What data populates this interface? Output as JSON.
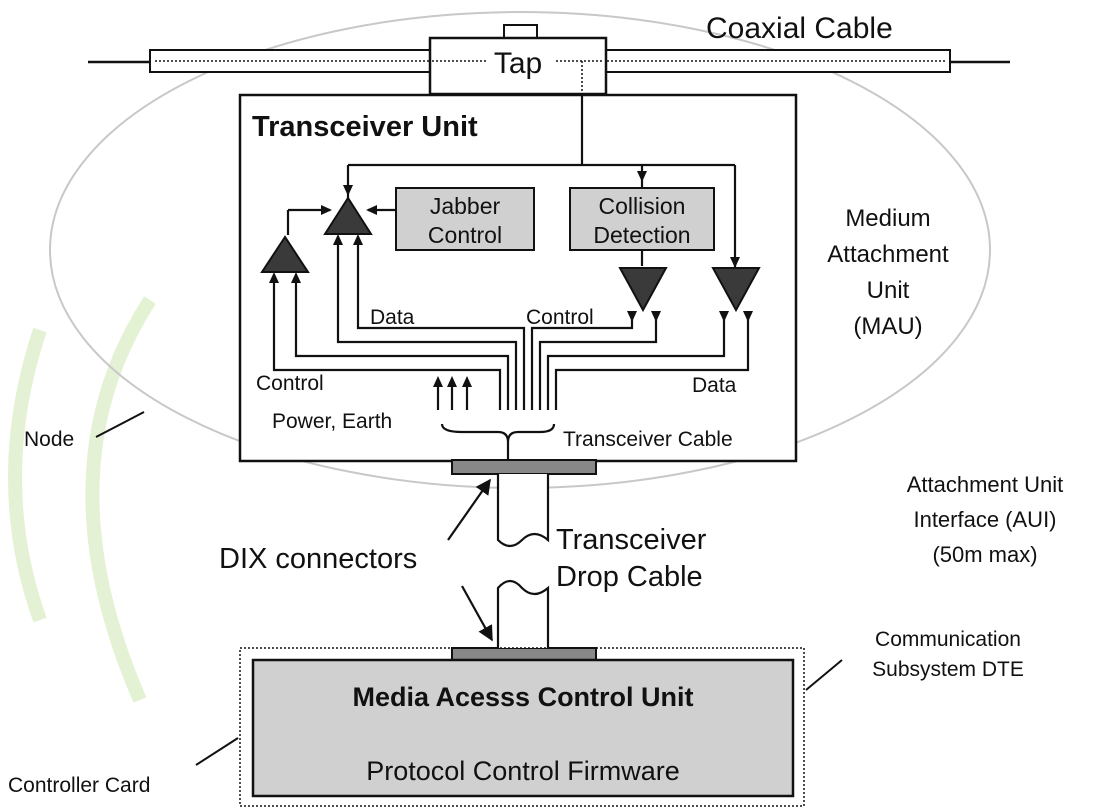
{
  "labels": {
    "coaxial_cable": "Coaxial Cable",
    "tap": "Tap",
    "transceiver_unit": "Transceiver Unit",
    "jabber_line1": "Jabber",
    "jabber_line2": "Control",
    "collision_line1": "Collision",
    "collision_line2": "Detection",
    "mau_line1": "Medium",
    "mau_line2": "Attachment",
    "mau_line3": "Unit",
    "mau_line4": "(MAU)",
    "data_left": "Data",
    "control_right": "Control",
    "control_left": "Control",
    "data_right": "Data",
    "power_earth": "Power, Earth",
    "transceiver_cable": "Transceiver Cable",
    "node": "Node",
    "aui_line1": "Attachment Unit",
    "aui_line2": "Interface (AUI)",
    "aui_line3": "(50m max)",
    "dix_connectors": "DIX connectors",
    "drop_line1": "Transceiver",
    "drop_line2": "Drop Cable",
    "comm_line1": "Communication",
    "comm_line2": "Subsystem DTE",
    "mac_unit": "Media Acesss Control Unit",
    "protocol_firmware": "Protocol Control Firmware",
    "controller_card": "Controller Card"
  },
  "colors": {
    "line": "#111111",
    "box_fill": "#d0d0d0",
    "amp_fill": "#3a3a3a",
    "ellipse": "#c8c8c8",
    "watermark": "#d9ecc2"
  }
}
